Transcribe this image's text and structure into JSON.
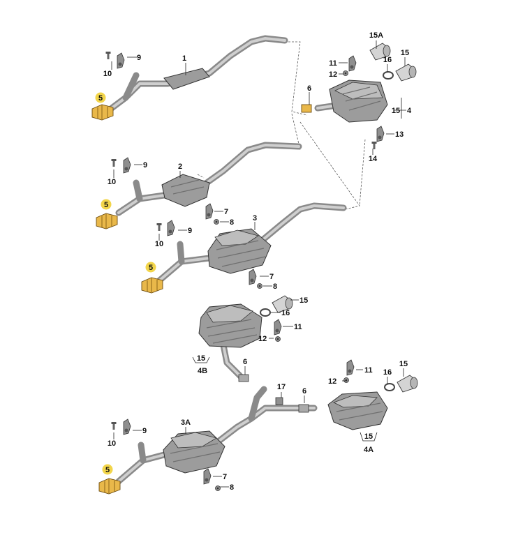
{
  "labels": {
    "l1": "1",
    "l2": "2",
    "l3": "3",
    "l3a": "3A",
    "l4": "4",
    "l4a": "4A",
    "l4b": "4B",
    "l5": "5",
    "l6": "6",
    "l7": "7",
    "l8": "8",
    "l9": "9",
    "l10": "10",
    "l11": "11",
    "l12": "12",
    "l13": "13",
    "l14": "14",
    "l15": "15",
    "l15a": "15A",
    "l16": "16",
    "l17": "17"
  },
  "colors": {
    "highlight": "#f2d54a",
    "clamp": "#e9b84a",
    "pipe": "#8a8a8a",
    "muffler": "#9c9c9c"
  }
}
